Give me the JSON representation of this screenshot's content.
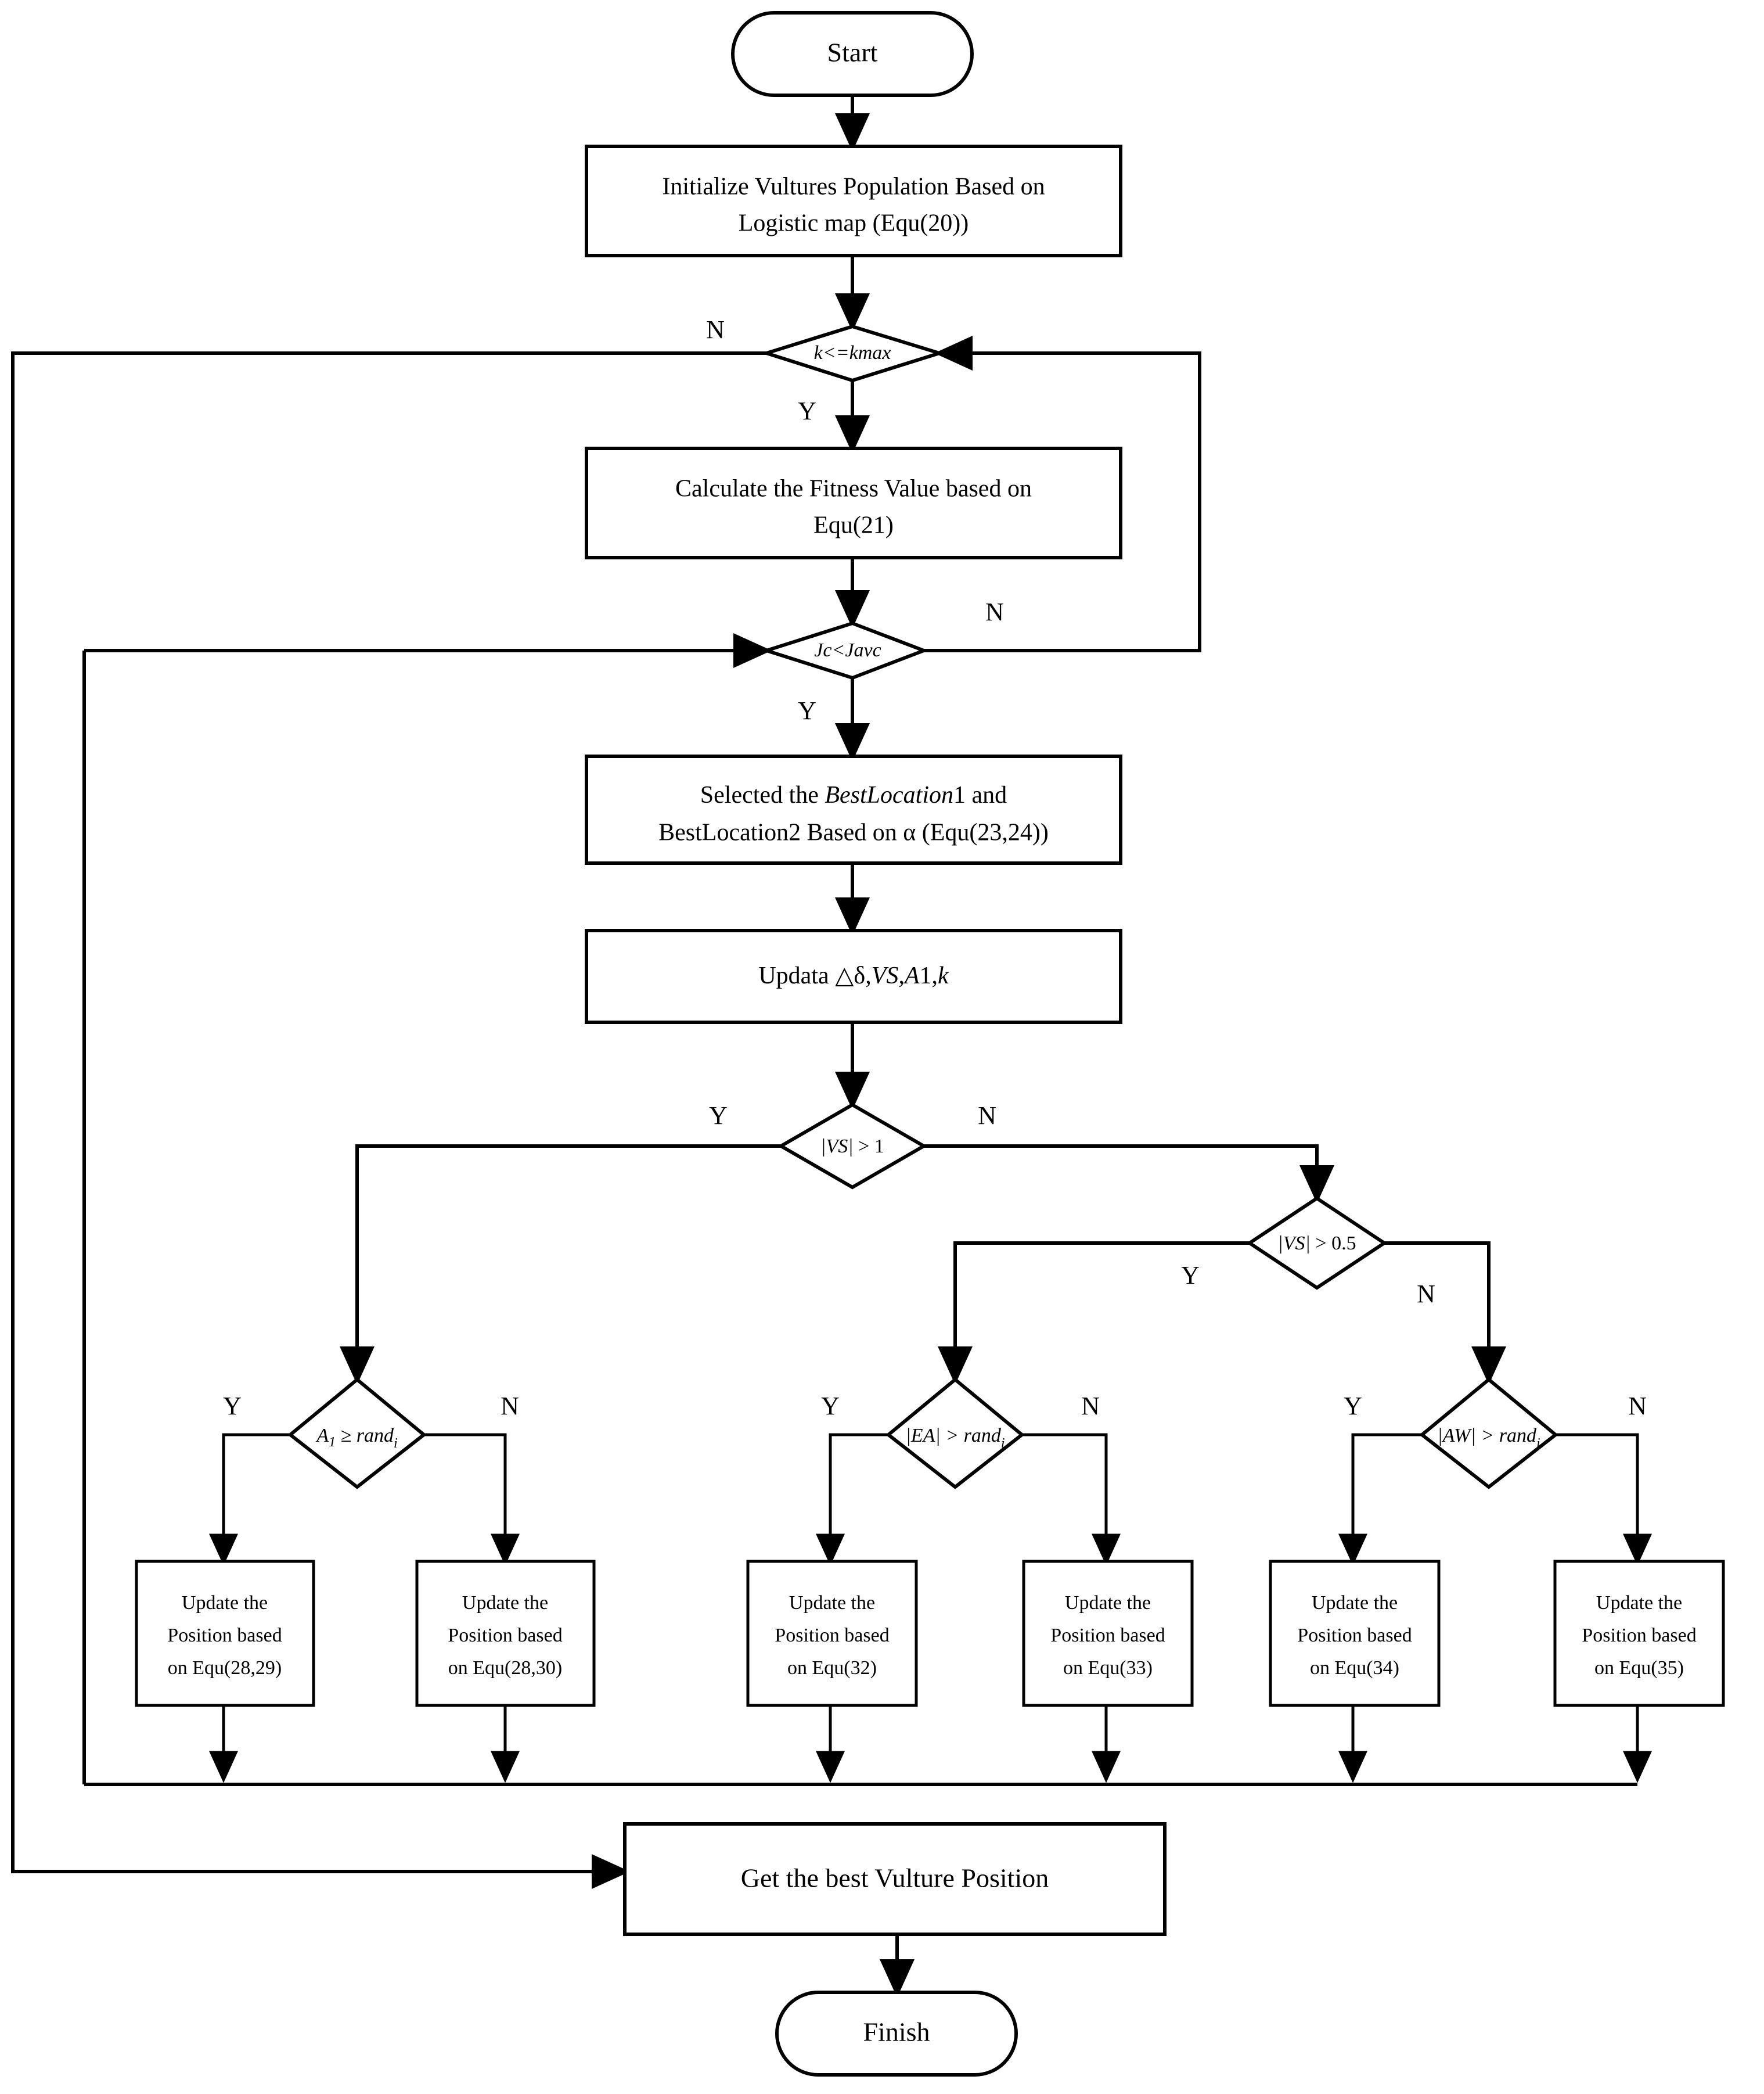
{
  "diagram": {
    "title": "African Vultures Optimization Algorithm Flowchart",
    "type": "flowchart",
    "nodes": {
      "start": {
        "label": "Start",
        "shape": "terminator"
      },
      "init": {
        "line1": "Initialize Vultures Population Based on",
        "line2": "Logistic map (Equ(20))",
        "shape": "process"
      },
      "kmax": {
        "label": "k<=kmax",
        "shape": "decision"
      },
      "fitness": {
        "line1": "Calculate the Fitness Value based on",
        "line2": "Equ(21)",
        "shape": "process"
      },
      "jc": {
        "label": "Jc<Javc",
        "shape": "decision"
      },
      "bestloc": {
        "line1_a": "Selected the ",
        "line1_b": "BestLocation",
        "line1_c": "1 and",
        "line2": "BestLocation2 Based on α (Equ(23,24))",
        "shape": "process"
      },
      "updata": {
        "label_a": "Updata ",
        "label_b": "△δ,",
        "label_c": "VS,A",
        "label_d": "1,",
        "label_e": "k",
        "shape": "process"
      },
      "vs1": {
        "label_a": "|VS|",
        "label_b": " > 1",
        "shape": "decision"
      },
      "vs05": {
        "label_a": "|VS|",
        "label_b": " > 0.5",
        "shape": "decision"
      },
      "a1rand": {
        "label_a": "A",
        "label_sub": "1",
        "label_b": " ≥ rand",
        "label_sub2": "i",
        "shape": "decision"
      },
      "earand": {
        "label_a": "|EA|",
        "label_b": " > rand",
        "label_sub": "i",
        "shape": "decision"
      },
      "awrand": {
        "label_a": "|AW|",
        "label_b": " > rand",
        "label_sub": "i",
        "shape": "decision"
      },
      "upd2829": {
        "line1": "Update the",
        "line2": "Position based",
        "line3": "on Equ(28,29)",
        "shape": "process"
      },
      "upd2830": {
        "line1": "Update the",
        "line2": "Position based",
        "line3": "on Equ(28,30)",
        "shape": "process"
      },
      "upd32": {
        "line1": "Update the",
        "line2": "Position based",
        "line3": "on Equ(32)",
        "shape": "process"
      },
      "upd33": {
        "line1": "Update the",
        "line2": "Position based",
        "line3": "on Equ(33)",
        "shape": "process"
      },
      "upd34": {
        "line1": "Update the",
        "line2": "Position based",
        "line3": "on Equ(34)",
        "shape": "process"
      },
      "upd35": {
        "line1": "Update the",
        "line2": "Position based",
        "line3": "on Equ(35)",
        "shape": "process"
      },
      "getbest": {
        "label": "Get the best Vulture Position",
        "shape": "process"
      },
      "finish": {
        "label": "Finish",
        "shape": "terminator"
      }
    },
    "edge_labels": {
      "kmax_n": "N",
      "kmax_y": "Y",
      "jc_n": "N",
      "jc_y": "Y",
      "vs1_y": "Y",
      "vs1_n": "N",
      "vs05_y": "Y",
      "vs05_n": "N",
      "a1_y": "Y",
      "a1_n": "N",
      "ea_y": "Y",
      "ea_n": "N",
      "aw_y": "Y",
      "aw_n": "N"
    },
    "colors": {
      "stroke": "#000000",
      "fill": "#ffffff",
      "text": "#000000"
    }
  }
}
